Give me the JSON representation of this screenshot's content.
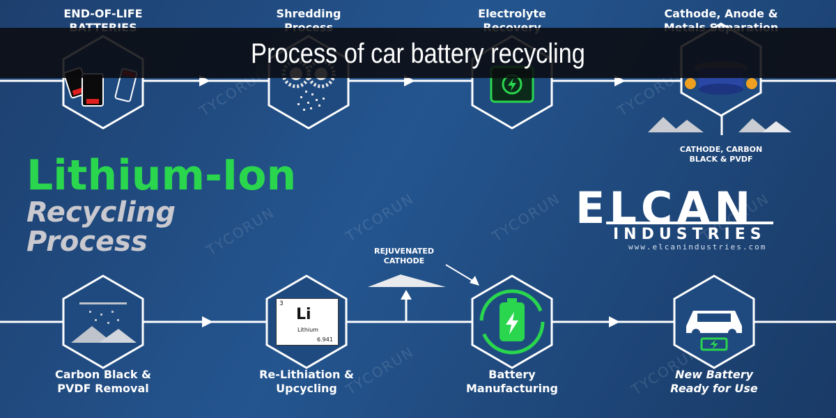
{
  "banner": {
    "title": "Process of car battery recycling"
  },
  "heading": {
    "main": "Lithium-Ion",
    "sub_line_1": "Recycling",
    "sub_line_2": "Process"
  },
  "logo": {
    "name": "ELCAN",
    "sub": "INDUSTRIES",
    "url": "www.elcanindustries.com"
  },
  "top_steps": [
    {
      "line1": "END-OF-LIFE",
      "line2": "BATTERIES"
    },
    {
      "line1": "Shredding",
      "line2": "Process"
    },
    {
      "line1": "Electrolyte",
      "line2": "Recovery"
    },
    {
      "line1": "Cathode, Anode &",
      "line2": "Metals Separation"
    }
  ],
  "separation_output": {
    "line1": "CATHODE, CARBON",
    "line2": "BLACK & PVDF"
  },
  "rejuvenated": {
    "line1": "REJUVENATED",
    "line2": "CATHODE"
  },
  "bottom_steps": [
    {
      "line1": "Carbon Black &",
      "line2": "PVDF Removal"
    },
    {
      "line1": "Re-Lithiation &",
      "line2": "Upcycling"
    },
    {
      "line1": "Battery",
      "line2": "Manufacturing"
    },
    {
      "line1": "New Battery",
      "line2": "Ready for Use"
    }
  ],
  "element_card": {
    "number": "3",
    "symbol": "Li",
    "name": "Lithium",
    "mass": "6.941"
  },
  "watermark": "TYCORUN",
  "colors": {
    "background": "#22508a",
    "accent_green": "#2ad64e",
    "battery_red": "#e0201e",
    "banner": "#0a0a0e",
    "line": "#ffffff"
  }
}
